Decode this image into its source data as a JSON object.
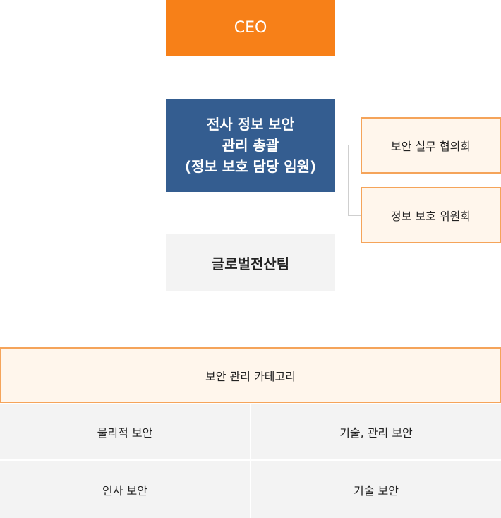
{
  "ceo": {
    "label": "CEO"
  },
  "executive": {
    "lines": [
      "전사 정보 보안",
      "관리 총괄",
      "(정보 보호 담당 임원)"
    ]
  },
  "committees": [
    {
      "label": "보안 실무 협의회"
    },
    {
      "label": "정보 보호 위원회"
    }
  ],
  "team": {
    "label": "글로벌전산팀"
  },
  "category": {
    "title": "보안 관리 카테고리",
    "items": [
      "물리적 보안",
      "기술, 관리 보안",
      "인사 보안",
      "기술 보안"
    ]
  },
  "colors": {
    "ceo": "#f78018",
    "executive": "#345d90",
    "committee_bg": "#fff6ec",
    "committee_border": "#f5a45a",
    "grey": "#f3f3f3"
  }
}
